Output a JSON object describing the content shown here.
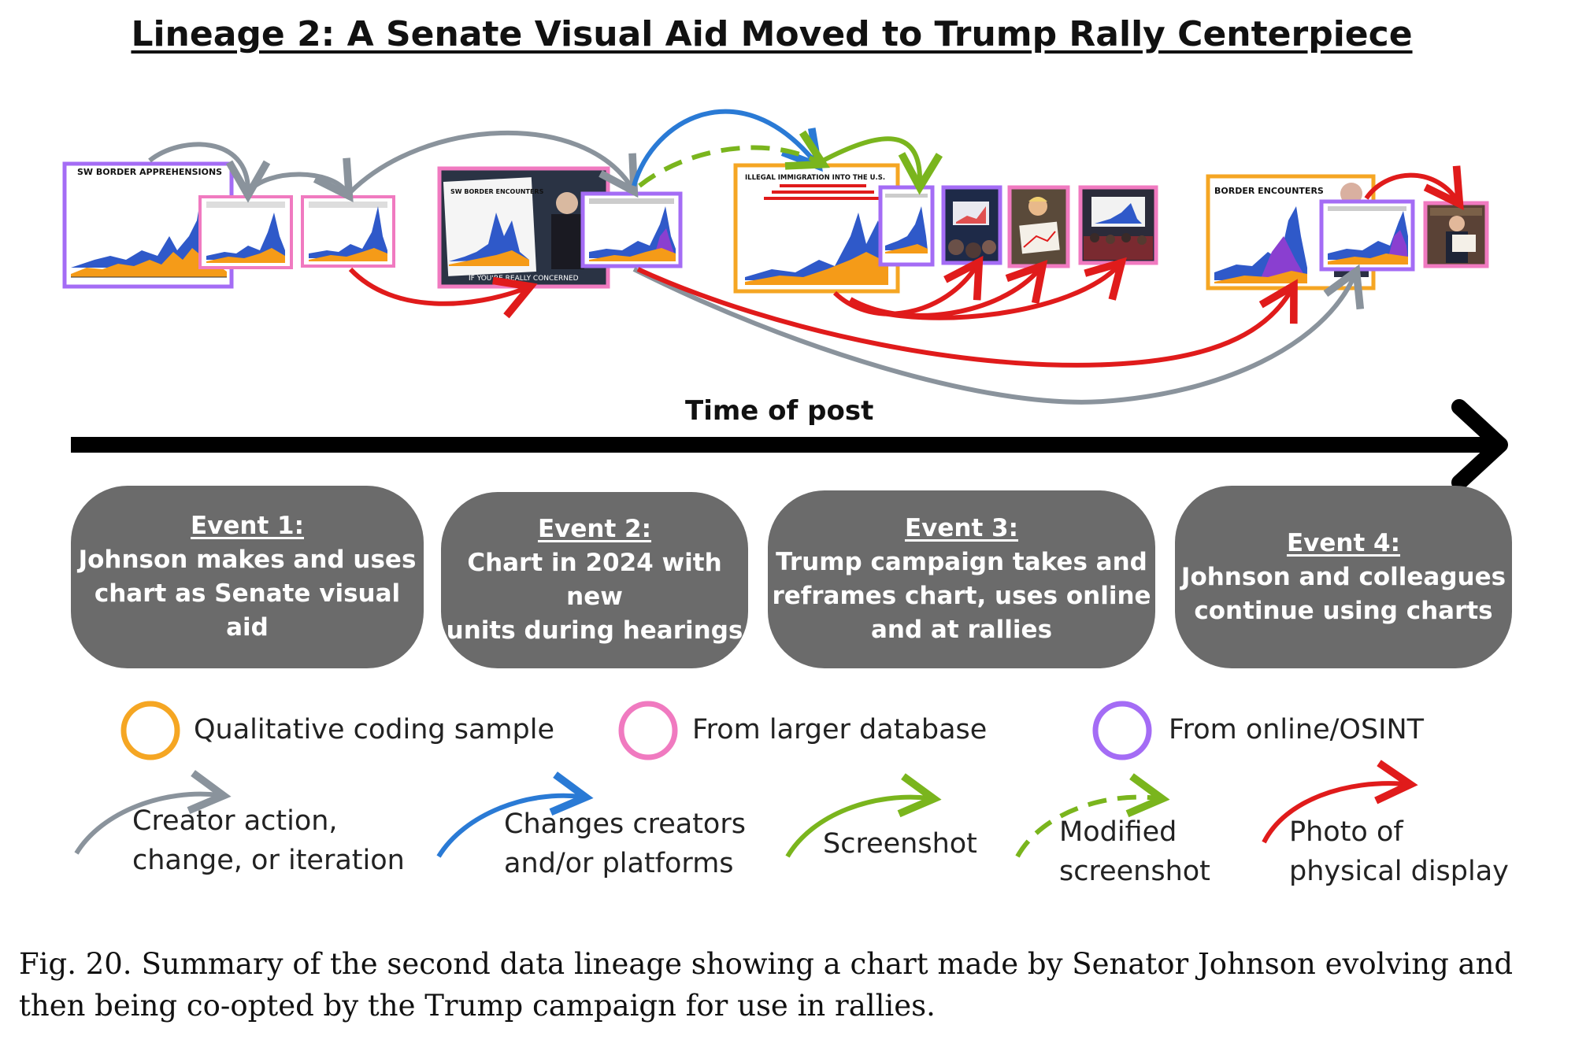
{
  "title": "Lineage 2: A Senate Visual Aid Moved to Trump Rally Centerpiece",
  "axis_label": "Time of post",
  "thumbnails": {
    "sw_border_apprehensions": "SW BORDER APPREHENSIONS",
    "sw_border_encounters": "SW BORDER ENCOUNTERS",
    "illegal_immigration": "ILLEGAL IMMIGRATION INTO THE U.S.",
    "if_youre_really_concerned": "IF YOU'RE REALLY CONCERNED",
    "border_encounters": "BORDER ENCOUNTERS"
  },
  "events": [
    {
      "head": "Event 1:",
      "line1": "Johnson makes and uses",
      "line2": "chart as Senate visual aid",
      "line3": ""
    },
    {
      "head": "Event 2:",
      "line1": "Chart in 2024 with new",
      "line2": "units during hearings",
      "line3": ""
    },
    {
      "head": "Event 3:",
      "line1": "Trump campaign takes and",
      "line2": "reframes chart, uses online",
      "line3": "and at rallies"
    },
    {
      "head": "Event 4:",
      "line1": "Johnson and  colleagues",
      "line2": "continue using charts",
      "line3": ""
    }
  ],
  "legend_sources": [
    {
      "label": "Qualitative coding sample",
      "color": "#f5a623"
    },
    {
      "label": "From larger database",
      "color": "#f07ac0"
    },
    {
      "label": "From online/OSINT",
      "color": "#a46cf5"
    }
  ],
  "legend_arrows": [
    {
      "line1": "Creator action,",
      "line2": "change, or iteration",
      "color": "#8a939c",
      "dashed": false
    },
    {
      "line1": "Changes creators",
      "line2": "and/or platforms",
      "color": "#2a7ad5",
      "dashed": false
    },
    {
      "line1": "Screenshot",
      "line2": "",
      "color": "#7ab51d",
      "dashed": false
    },
    {
      "line1": "Modified",
      "line2": "screenshot",
      "color": "#7ab51d",
      "dashed": true
    },
    {
      "line1": "Photo of",
      "line2": "physical display",
      "color": "#e01b1b",
      "dashed": false
    }
  ],
  "caption": {
    "label": "Fig. 20.",
    "text": "Summary of the second data lineage showing a chart made by Senator Johnson evolving and then being co-opted by the Trump campaign for use in rallies."
  },
  "colors": {
    "orange": "#f5a623",
    "pink": "#f07ac0",
    "purple": "#a46cf5",
    "gray_arrow": "#8a939c",
    "blue_arrow": "#2a7ad5",
    "green_arrow": "#7ab51d",
    "red_arrow": "#e01b1b",
    "event_fill": "#6b6b6b"
  }
}
